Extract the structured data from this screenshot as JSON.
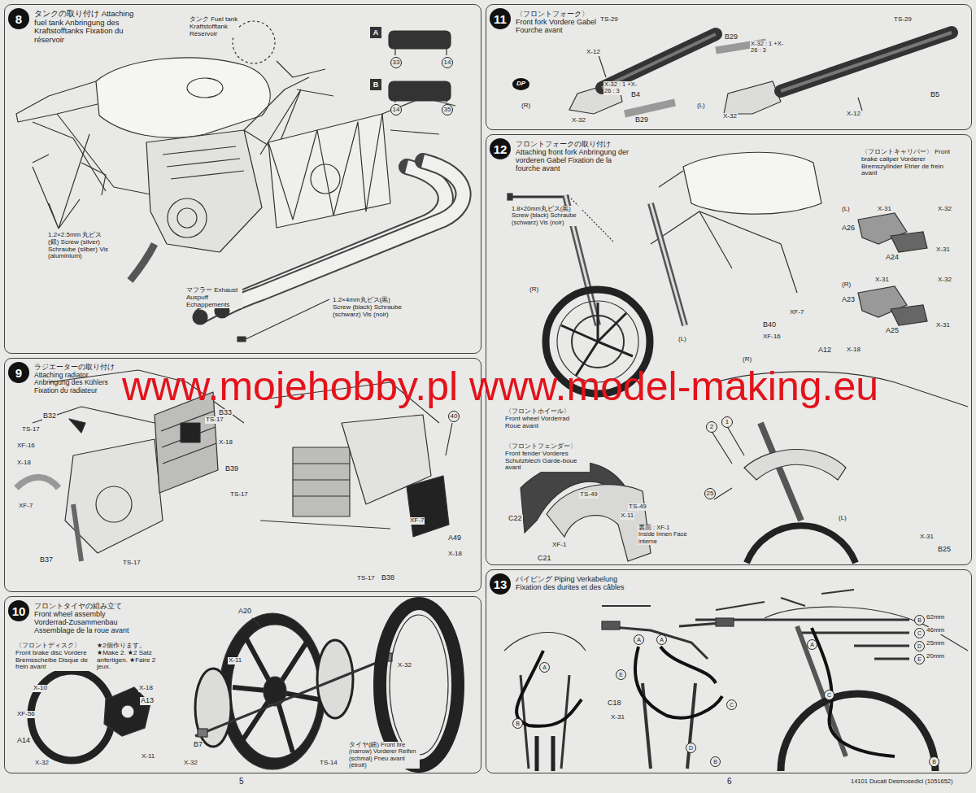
{
  "diagram": {
    "nodes": [
      {
        "text": [
          "タンクの取り付け Attaching fuel tank Anbringung des Kraftstofftanks Fixation du réservoir"
        ]
      },
      {
        "text": [
          "8"
        ],
        "in": 0
      },
      {
        "text": [
          "ラジエーターの取り付け Attaching radiator Anbringung des Kühlers Fixation du radiateur"
        ]
      },
      {
        "text": [
          "9"
        ],
        "in": 2
      },
      {
        "text": [
          "フロントタイヤの組み立て Front wheel assembly Vorderrad-Zusammenbau Assemblage de la roue avant"
        ]
      },
      {
        "text": [
          "10"
        ],
        "in": 4
      },
      {
        "text": [
          "〈フロントフォーク〉 Front fork Vordere Gabel Fourche avant"
        ]
      },
      {
        "text": [
          "11"
        ],
        "in": 6
      },
      {
        "text": [
          "フロントフォークの取り付け Attaching front fork Anbringung der vorderen Gabel Fixation de la fourche avant"
        ]
      },
      {
        "text": [
          "12"
        ],
        "in": 8
      },
      {
        "text": [
          "パイピング Piping Verkabelung Fixation des durites et des câbles"
        ]
      },
      {
        "text": [
          "13"
        ],
        "in": 10
      }
    ],
    "labels": [
      "タンク Fuel tank Kraftstofftank Réservoir",
      "A",
      "B",
      "33",
      "14",
      "14",
      "35",
      "1.2×2.5mm 丸ビス(銀) Screw (silver) Schraube (silber) Vis (aluminium)",
      "マフラー Exhaust Auspuff Echappements",
      "1.2×4mm丸ビス(黒) Screw (black) Schraube (schwarz) Vis (noir)",
      "B33",
      "B32",
      "TS-17",
      "XF-16",
      "X-18",
      "TS-17",
      "X-18",
      "B39",
      "TS-17",
      "XF-7",
      "B37",
      "TS-17",
      "40",
      "XF-7",
      "A49",
      "X-18",
      "TS-17",
      "B38",
      "〈フロントディスク〉 Front brake disc Vordere Bremsscheibe Disque de frein avant",
      "★2個作ります。 ★Make 2. ★2 Satz anfertigen. ★Faire 2 jeux.",
      "X-10",
      "XF-56",
      "A14",
      "X-32",
      "X-18",
      "A13",
      "X-11",
      "A20",
      "X-11",
      "X-32",
      "B7",
      "X-32",
      "B7",
      "TS-14",
      "タイヤ(細) Front tire (narrow) Vorderer Reifen (schmal) Pneu avant (étroit)",
      "5",
      "DP",
      "(R)",
      "X-12",
      "TS-29",
      "X-32 : 1 +X-26 : 3",
      "B4",
      "X-32",
      "B29",
      "B29",
      "X-32 : 1 +X-26 : 3",
      "TS-29",
      "(L)",
      "B5",
      "X-32",
      "X-12",
      "1.8×20mm丸ビス(黒) Screw (black) Schraube (schwarz) Vis (noir)",
      "(R)",
      "(L)",
      "B40",
      "XF-16",
      "XF-7",
      "〈フロントキャリパー〉 Front brake caliper Vorderer Bremszylinder Etrier de frein avant",
      "(L)",
      "X-31",
      "X-32",
      "A26",
      "A24",
      "X-31",
      "(R)",
      "X-31",
      "X-32",
      "A23",
      "A25",
      "X-31",
      "A12",
      "X-18",
      "(R)",
      "〈フロントホイール〉 Front wheel Vorderrad Roue avant",
      "〈フロントフェンダー〉 Front fender Vorderes Schutzblech Garde-boue avant",
      "TS-49",
      "TS-49",
      "C22",
      "X-11",
      "XF-1",
      "C21",
      "裏面 : XF-1 Inside Innen Face interne",
      "2",
      "1",
      "25",
      "(L)",
      "X-31",
      "B25",
      "B",
      "62mm",
      "C",
      "46mm",
      "D",
      "25mm",
      "E",
      "20mm",
      "A",
      "B",
      "A",
      "A",
      "E",
      "C18",
      "X-31",
      "C",
      "D",
      "B",
      "A",
      "C",
      "B",
      "6",
      "14101 Ducati Desmosedici (1051652)",
      "www.mojehobby.pl www.model-making.eu"
    ]
  }
}
